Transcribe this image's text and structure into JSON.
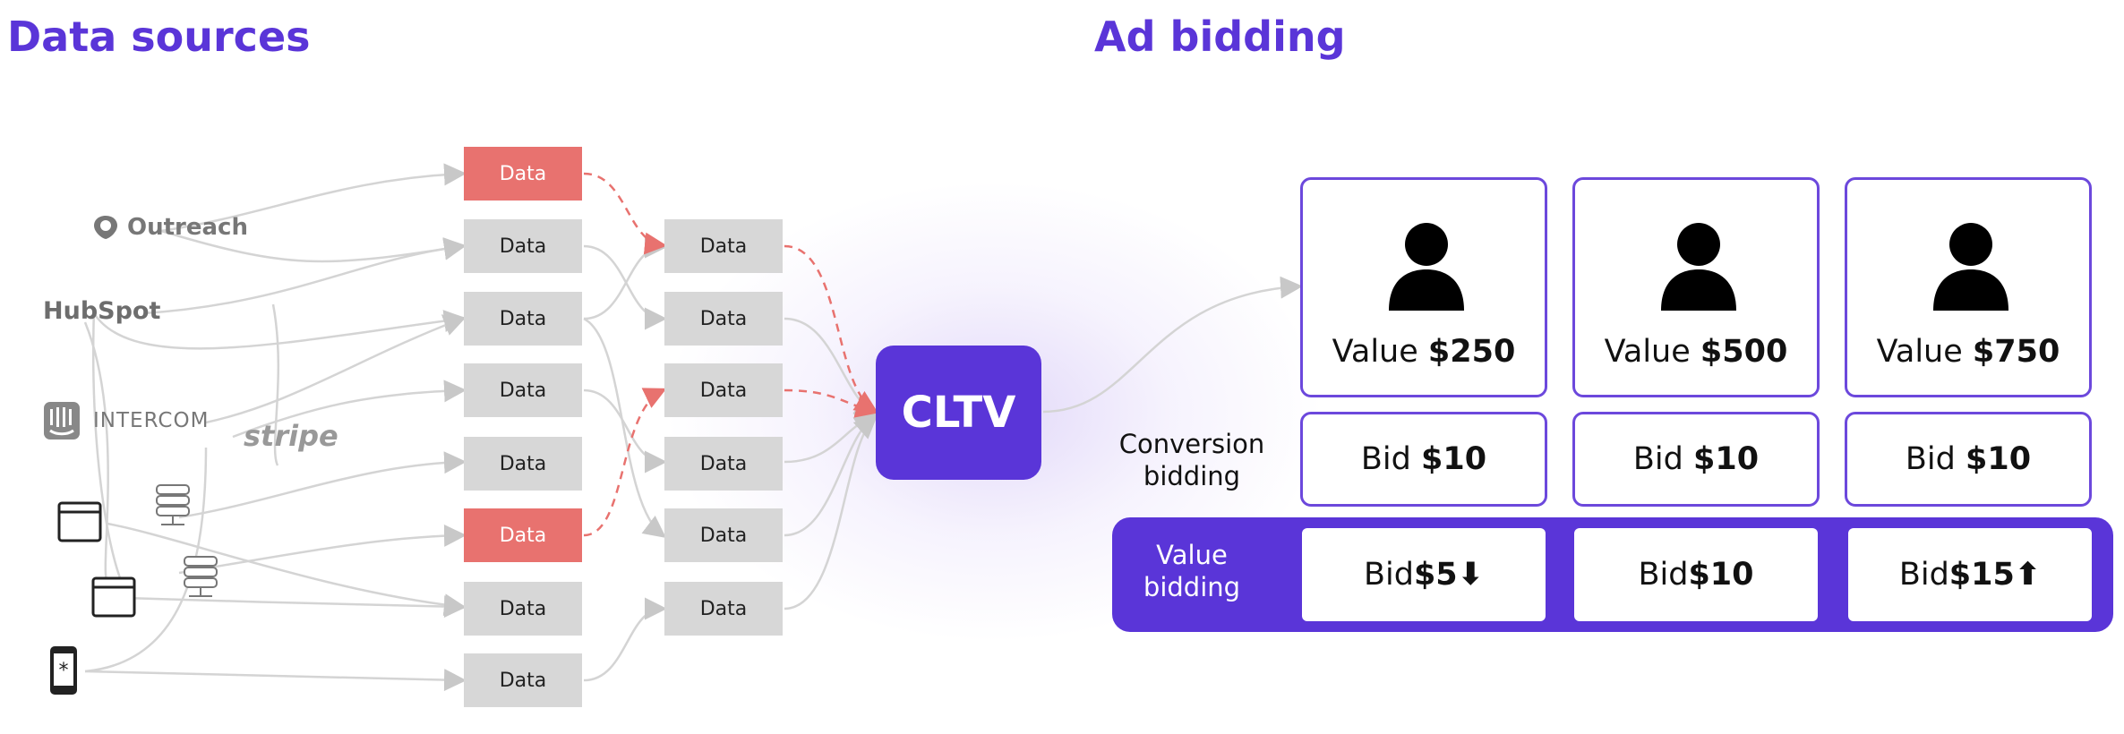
{
  "titles": {
    "left": "Data sources",
    "right": "Ad bidding"
  },
  "sources": {
    "outreach": "Outreach",
    "hubspot": "HubSpot",
    "intercom": "INTERCOM",
    "stripe": "stripe"
  },
  "data_label": "Data",
  "cltv": "CLTV",
  "labels": {
    "conversion": "Conversion bidding",
    "value": "Value bidding"
  },
  "profiles": [
    {
      "prefix": "Value ",
      "value": "$250"
    },
    {
      "prefix": "Value ",
      "value": "$500"
    },
    {
      "prefix": "Value ",
      "value": "$750"
    }
  ],
  "conversion_bids": [
    {
      "prefix": "Bid ",
      "value": "$10"
    },
    {
      "prefix": "Bid ",
      "value": "$10"
    },
    {
      "prefix": "Bid ",
      "value": "$10"
    }
  ],
  "value_bids": [
    {
      "prefix": "Bid ",
      "value": "$5",
      "arrow": "⬇"
    },
    {
      "prefix": "Bid ",
      "value": "$10",
      "arrow": ""
    },
    {
      "prefix": "Bid ",
      "value": "$15",
      "arrow": "⬆"
    }
  ],
  "colors": {
    "accent": "#5a35d8",
    "highlight": "#e8726f",
    "box": "#d7d7d7"
  }
}
